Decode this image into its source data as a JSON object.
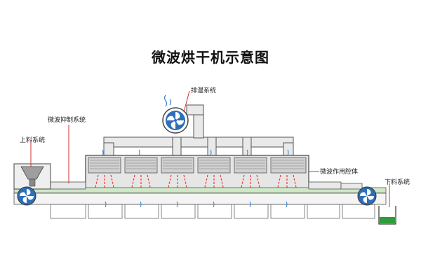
{
  "title": "微波烘干机示意图",
  "labels": {
    "exhaust": "排湿系统",
    "suppression": "微波抑制系统",
    "feeding": "上料系统",
    "cavity": "微波作用腔体",
    "discharge": "下料系统"
  },
  "colors": {
    "frame": "#4a4a4a",
    "panel": "#d9d9d9",
    "fan": "#2d6fb8",
    "heat": "#e53935",
    "steam": "#2f7fd1",
    "pointer": "#d32f2f",
    "output": "#2e9d3a"
  }
}
